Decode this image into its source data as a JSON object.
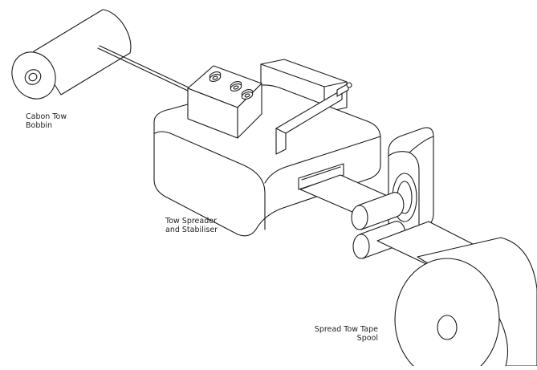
{
  "labels": {
    "bobbin": [
      "Cabon Tow",
      "Bobbin"
    ],
    "spreader": [
      "Tow Spreader",
      "and Stabiliser"
    ],
    "spool": [
      "Spread Tow Tape",
      "Spool"
    ]
  },
  "colors": {
    "line": "#1a1a1a",
    "background": "#ffffff",
    "text": "#222222"
  }
}
